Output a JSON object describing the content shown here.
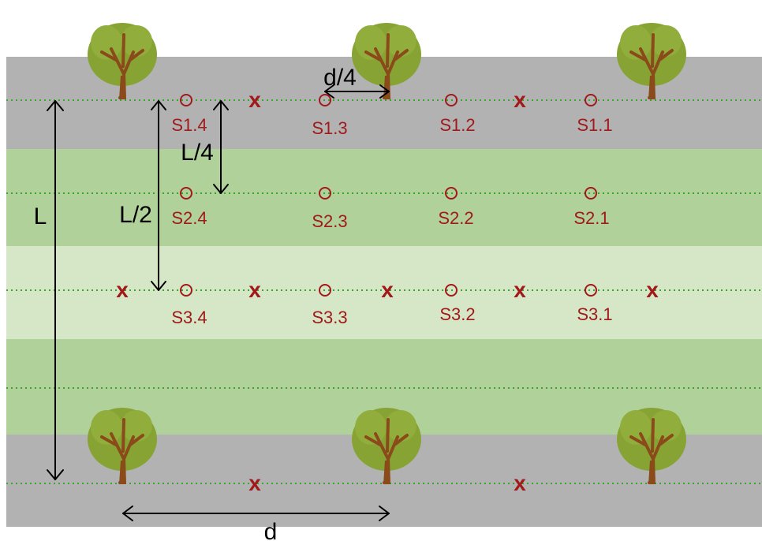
{
  "colors": {
    "gray_band": "#b2b2b2",
    "green_band": "#b0d19a",
    "light_band": "#d6e7c8",
    "dotted_line": "#3aa630",
    "marker": "#a1191b",
    "tree_crown": "#86a333",
    "tree_trunk": "#8b4a1a",
    "arrow": "#000000"
  },
  "icons": {
    "tree": "tree-icon",
    "sampler": "circle-marker",
    "cross": "x-marker"
  },
  "dimensions": {
    "L": "L",
    "L_half": "L/2",
    "L_quarter": "L/4",
    "d": "d",
    "d_quarter": "d/4"
  },
  "samplers": [
    {
      "id": "S1.4",
      "label": "S1.4"
    },
    {
      "id": "S1.3",
      "label": "S1.3"
    },
    {
      "id": "S1.2",
      "label": "S1.2"
    },
    {
      "id": "S1.1",
      "label": "S1.1"
    },
    {
      "id": "S2.4",
      "label": "S2.4"
    },
    {
      "id": "S2.3",
      "label": "S2.3"
    },
    {
      "id": "S2.2",
      "label": "S2.2"
    },
    {
      "id": "S2.1",
      "label": "S2.1"
    },
    {
      "id": "S3.4",
      "label": "S3.4"
    },
    {
      "id": "S3.3",
      "label": "S3.3"
    },
    {
      "id": "S3.2",
      "label": "S3.2"
    },
    {
      "id": "S3.1",
      "label": "S3.1"
    }
  ],
  "cross_marker": "x"
}
